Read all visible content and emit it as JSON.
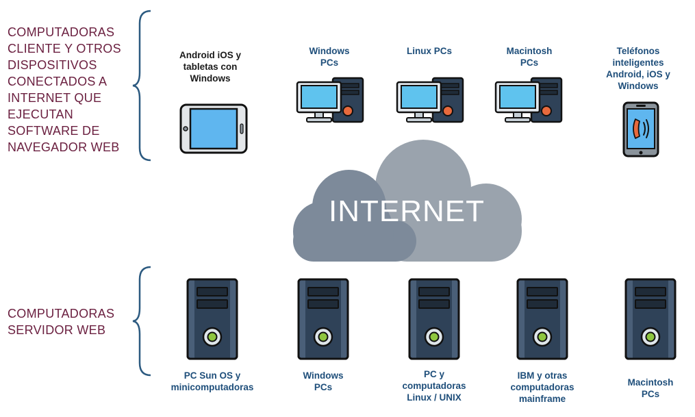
{
  "groups": {
    "client_label": "COMPUTADORAS\nCLIENTE Y OTROS\nDISPOSITIVOS\nCONECTADOS A\nINTERNET QUE\nEJECUTAN\nSOFTWARE DE\nNAVEGADOR WEB",
    "server_label": "COMPUTADORAS\nSERVIDOR WEB"
  },
  "cloud": {
    "label": "INTERNET"
  },
  "clients": [
    {
      "label": "Android iOS y\ntabletas con\nWindows",
      "icon": "tablet-icon"
    },
    {
      "label": "Windows\nPCs",
      "icon": "desktop-pc-icon"
    },
    {
      "label": "Linux PCs",
      "icon": "desktop-pc-icon"
    },
    {
      "label": "Macintosh\nPCs",
      "icon": "desktop-pc-icon"
    },
    {
      "label": "Teléfonos\ninteligentes\nAndroid, iOS y\nWindows",
      "icon": "smartphone-icon"
    }
  ],
  "servers": [
    {
      "label": "PC Sun OS  y\nminicomputadoras",
      "icon": "server-tower-icon"
    },
    {
      "label": "Windows\nPCs",
      "icon": "server-tower-icon"
    },
    {
      "label": "PC y\ncomputadoras\nLinux / UNIX",
      "icon": "server-tower-icon"
    },
    {
      "label": "IBM y otras\ncomputadoras\nmainframe",
      "icon": "server-tower-icon"
    },
    {
      "label": "Macintosh\nPCs",
      "icon": "server-tower-icon"
    }
  ],
  "colors": {
    "group_text": "#6b2040",
    "device_text_blue": "#1e4e7a",
    "bracket": "#2c5a80",
    "cloud_back": "#9aa3ad",
    "cloud_front": "#7d8a9a"
  }
}
